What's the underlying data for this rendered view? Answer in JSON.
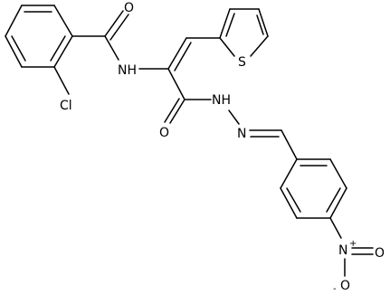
{
  "structure": {
    "atom_labels": {
      "o_amide_top": "O",
      "nh_amide": "NH",
      "cl": "Cl",
      "s_thiophene": "S",
      "o_hydrazide": "O",
      "nh_hydrazide": "NH",
      "n_imine": "N",
      "n_nitro": "N",
      "n_nitro_charge": "+",
      "o_nitro_right": "O",
      "o_nitro_bottom": "O",
      "o_nitro_bottom_charge": "-"
    }
  }
}
